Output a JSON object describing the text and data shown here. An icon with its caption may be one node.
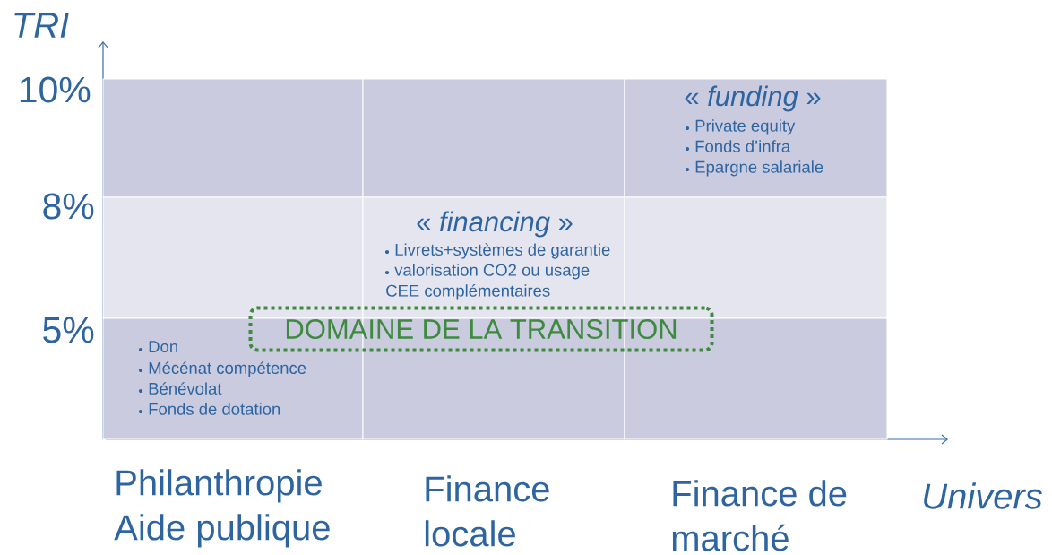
{
  "diagram": {
    "nodes": [
      {
        "text": [],
        "shape": "box"
      },
      {
        "text": [],
        "shape": "box"
      },
      {
        "text": [
          "« *funding* »",
          "Private equity",
          "Fonds d’infra",
          "Epargne salariale"
        ]
      },
      {
        "text": [],
        "shape": "box"
      },
      {
        "text": [
          "« *financing* »",
          "Livrets+systèmes de garantie",
          "valorisation CO2 ou usage CEE complémentaires"
        ]
      },
      {
        "text": [],
        "shape": "box"
      },
      {
        "text": [
          "DOMAINE DE LA TRANSITION"
        ]
      },
      {
        "text": [
          "Don",
          "Mécénat compétence",
          "Bénévolat",
          "Fonds de dotation"
        ]
      },
      {
        "text": [],
        "shape": "box"
      },
      {
        "text": [],
        "shape": "box"
      }
    ],
    "edges": [],
    "labels": [
      "TRI",
      "10%",
      "8%",
      "5%",
      "Philanthropie Aide publique",
      "Finance locale",
      "Finance de marché",
      "Univers"
    ]
  }
}
